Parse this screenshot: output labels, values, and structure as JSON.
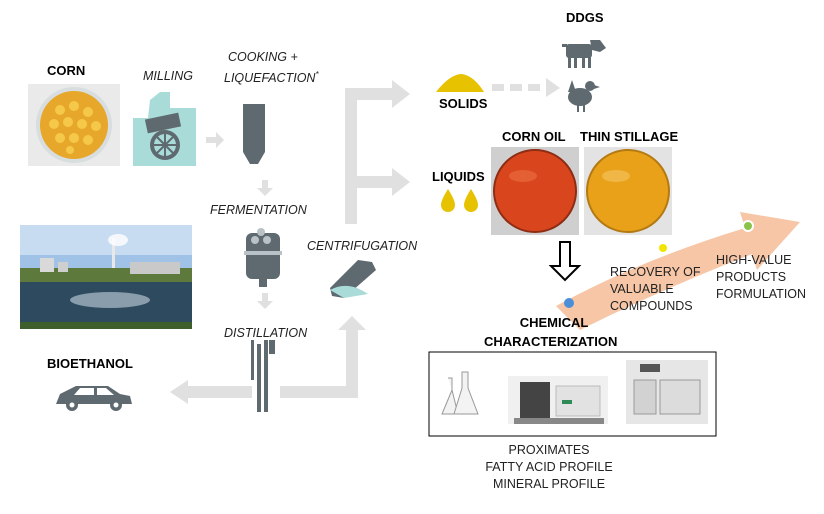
{
  "labels": {
    "corn": "CORN",
    "milling": "MILLING",
    "cooking_line1": "COOKING +",
    "cooking_line2": "LIQUEFACTION",
    "cooking_mark": "*",
    "fermentation": "FERMENTATION",
    "distillation": "DISTILLATION",
    "centrifugation": "CENTRIFUGATION",
    "bioethanol": "BIOETHANOL",
    "ddgs": "DDGS",
    "solids": "SOLIDS",
    "liquids": "LIQUIDS",
    "corn_oil": "CORN OIL",
    "thin_stillage": "THIN STILLAGE",
    "chemical_line1": "CHEMICAL",
    "chemical_line2": "CHARACTERIZATION",
    "recovery_line1": "RECOVERY OF",
    "recovery_line2": "VALUABLE",
    "recovery_line3": "COMPOUNDS",
    "highvalue_line1": "HIGH-VALUE",
    "highvalue_line2": "PRODUCTS",
    "highvalue_line3": "FORMULATION",
    "analysis_line1": "PROXIMATES",
    "analysis_line2": "FATTY ACID PROFILE",
    "analysis_line3": "MINERAL PROFILE"
  },
  "colors": {
    "arrow_gray": "#e0e0e0",
    "icon_gray": "#5f6a70",
    "mill_teal": "#a9dcd9",
    "solid_yellow": "#e6c200",
    "corn_oil_red": "#d9461e",
    "thin_stillage_orange": "#e9a11a",
    "peach_arrow": "#f6c6a6",
    "dot_blue": "#4a8fd8",
    "dot_yellow": "#f1e400",
    "dot_green": "#8bc34a"
  },
  "icons": [
    "cow-icon",
    "rooster-icon",
    "car-icon",
    "droplet-icon",
    "down-arrow-icon"
  ]
}
